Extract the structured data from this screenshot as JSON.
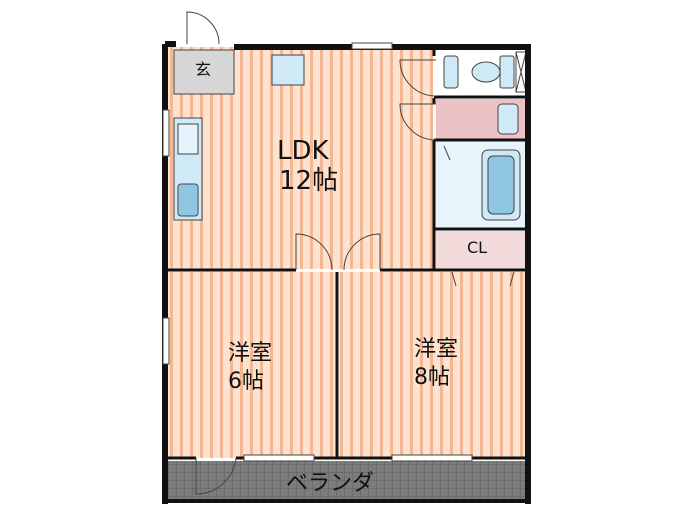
{
  "rooms": {
    "entrance": "玄",
    "ldk_name": "LDK",
    "ldk_size": "12帖",
    "west_room_name": "洋室",
    "west_room_size": "6帖",
    "east_room_name": "洋室",
    "east_room_size": "8帖",
    "closet": "CL",
    "balcony": "ベランダ"
  },
  "colors": {
    "floor_stripe_light": "#fde3cf",
    "floor_stripe_dark": "#f3b793",
    "wall": "#111111",
    "fixture_blue": "#cfe9f6",
    "fixture_blue_dark": "#8fc6e2",
    "washroom_pink": "#ecc2c4",
    "closet_pink": "#f3dada",
    "entrance_gray": "#d6d6d6",
    "balcony_gray": "#7c7c7c"
  }
}
